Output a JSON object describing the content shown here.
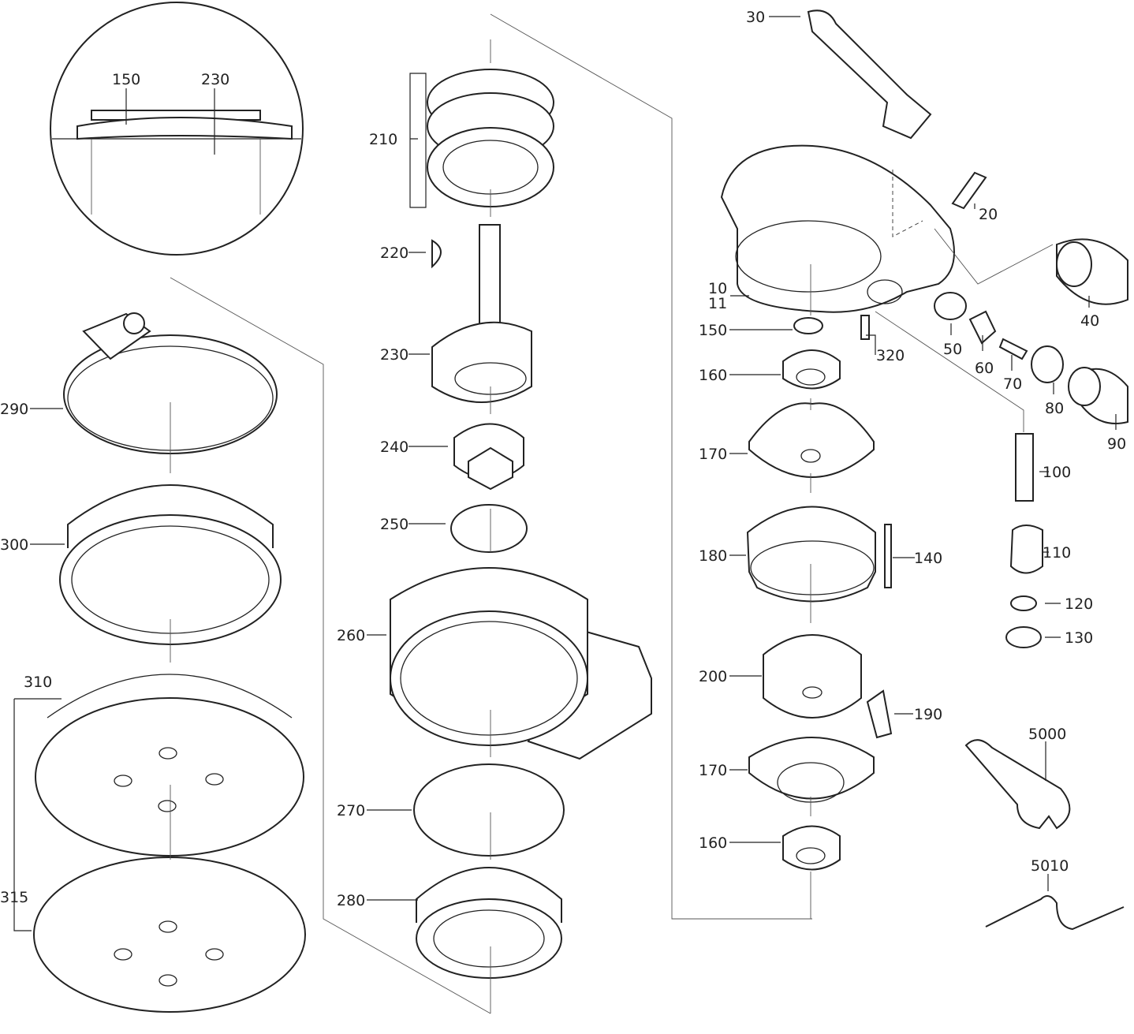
{
  "title": "Exploded parts diagram",
  "inset": {
    "labels": [
      "150",
      "230"
    ]
  },
  "callouts": {
    "c30": "30",
    "c20": "20",
    "c210": "210",
    "c220": "220",
    "c230": "230",
    "c240": "240",
    "c250": "250",
    "c260": "260",
    "c270": "270",
    "c280": "280",
    "c290": "290",
    "c300": "300",
    "c310": "310",
    "c315": "315",
    "c10": "10",
    "c11": "11",
    "c150": "150",
    "c320": "320",
    "c50": "50",
    "c60": "60",
    "c70": "70",
    "c80": "80",
    "c90": "90",
    "c40": "40",
    "c160a": "160",
    "c170a": "170",
    "c100": "100",
    "c180": "180",
    "c140": "140",
    "c110": "110",
    "c120": "120",
    "c130": "130",
    "c200": "200",
    "c190": "190",
    "c170b": "170",
    "c5000": "5000",
    "c160b": "160",
    "c5010": "5010"
  }
}
